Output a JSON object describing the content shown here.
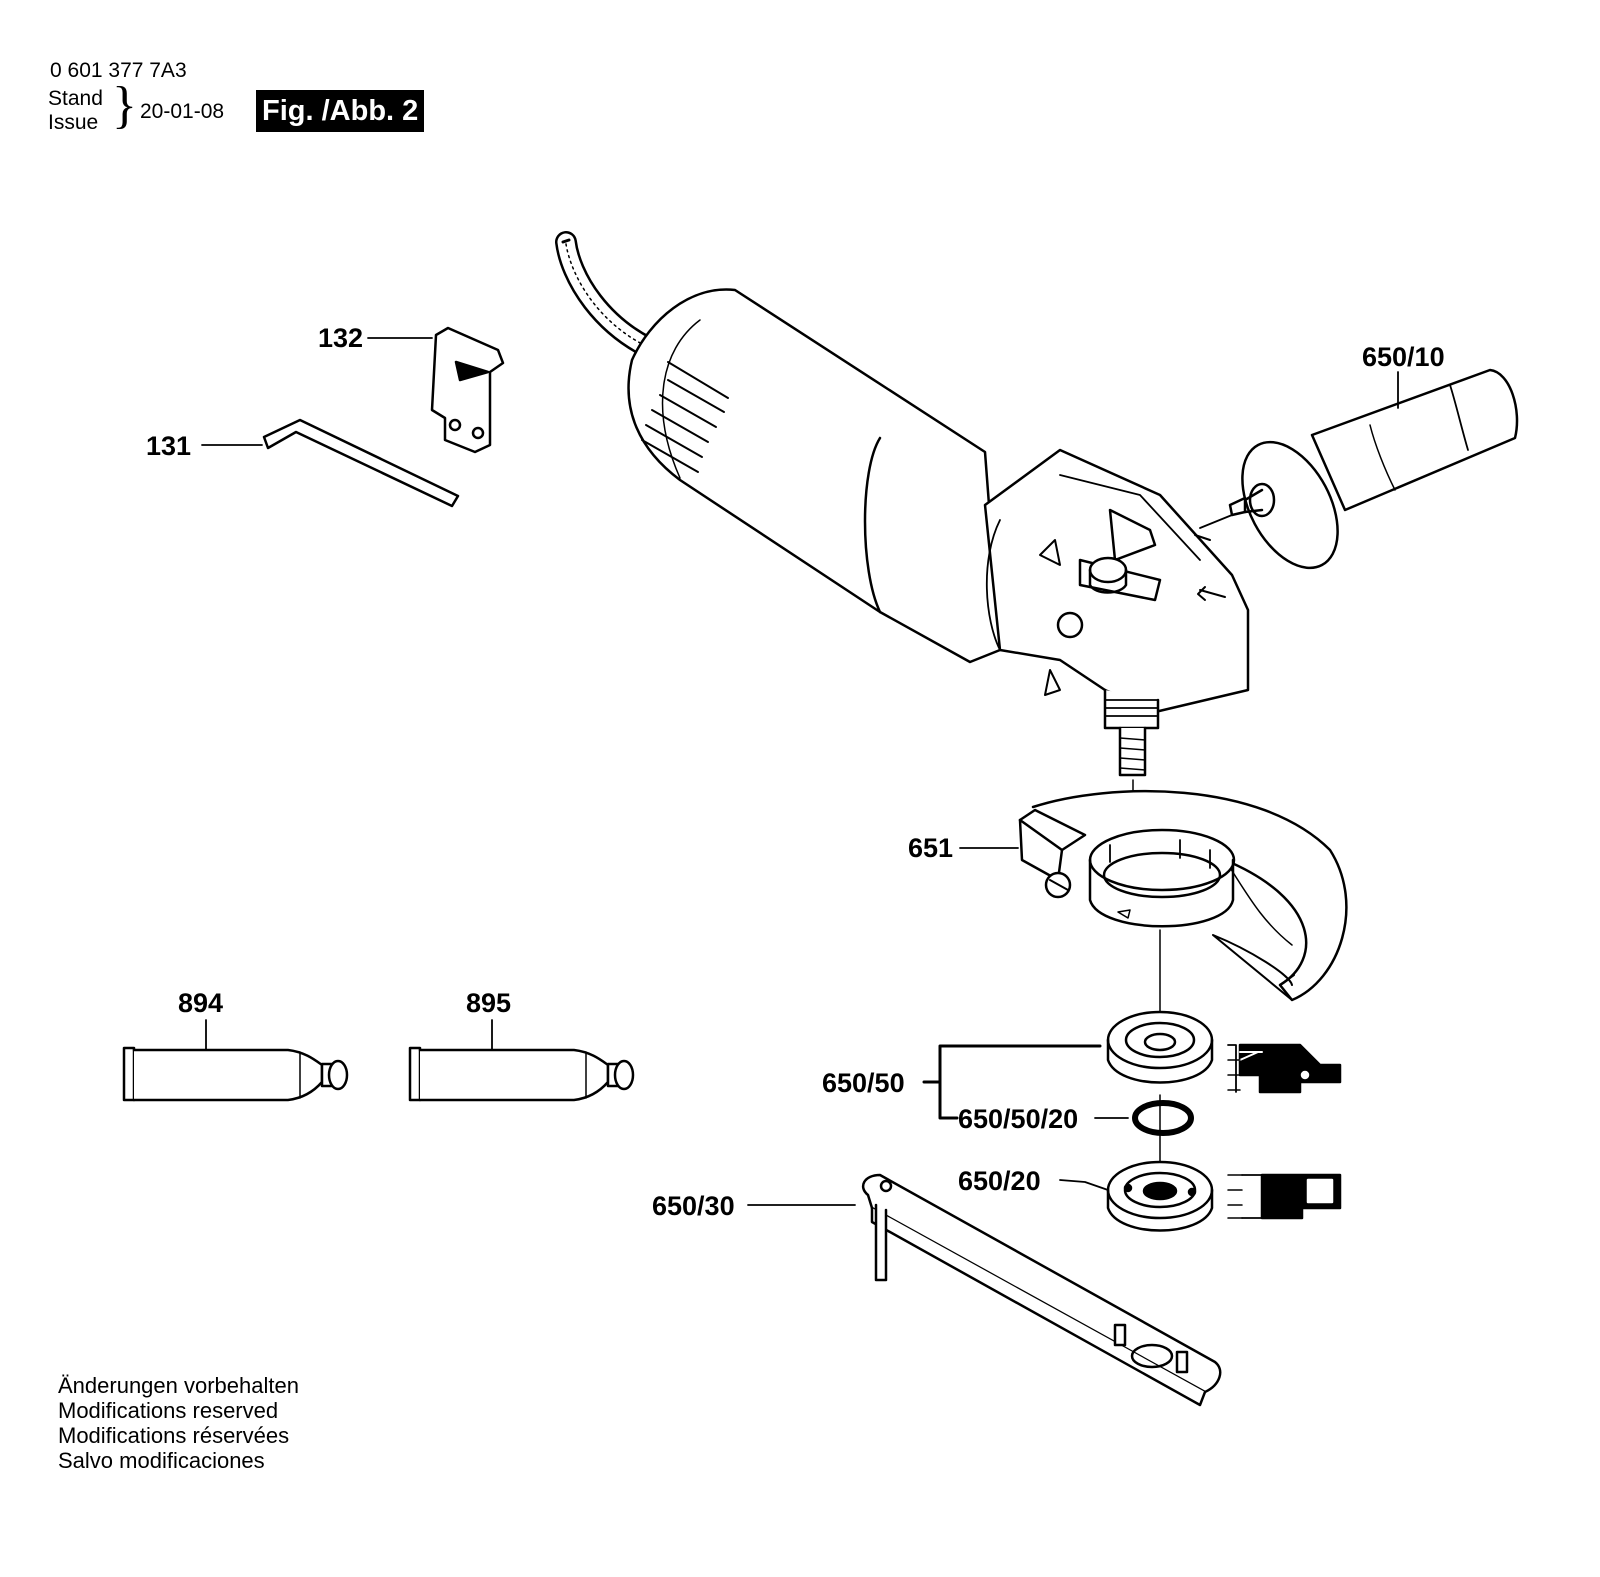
{
  "header": {
    "part_number": "0 601 377 7A3",
    "stand_label": "Stand",
    "issue_label": "Issue",
    "brace": "}",
    "issue_date": "20-01-08",
    "figure_label": "Fig. /Abb. 2"
  },
  "callouts": {
    "p132": "132",
    "p131": "131",
    "p650_10": "650/10",
    "p651": "651",
    "p894": "894",
    "p895": "895",
    "p650_50": "650/50",
    "p650_50_20": "650/50/20",
    "p650_20": "650/20",
    "p650_30": "650/30"
  },
  "notes": [
    "Änderungen vorbehalten",
    "Modifications reserved",
    "Modifications réservées",
    "Salvo modificaciones"
  ]
}
